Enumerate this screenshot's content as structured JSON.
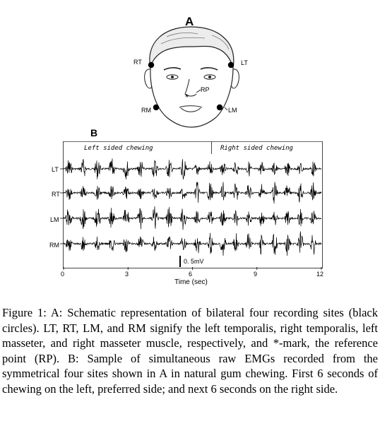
{
  "panel_a": {
    "letter": "A",
    "site_labels": {
      "lt": "LT",
      "rt": "RT",
      "lm": "LM",
      "rm": "RM",
      "rp": "RP"
    }
  },
  "panel_b": {
    "letter": "B",
    "phase_left": "Left sided chewing",
    "phase_right": "Right sided chewing",
    "channels": [
      "LT",
      "RT",
      "LM",
      "RM"
    ],
    "x_ticks": [
      "0",
      "3",
      "6",
      "9",
      "12"
    ],
    "x_label": "Time (sec)",
    "scale_bar_label": "0. 5mV"
  },
  "caption": "Figure 1: A: Schematic representation of bilateral four recording sites (black circles). LT, RT, LM, and RM signify the left temporalis, right temporalis, left masseter, and right masseter muscle, respectively, and *-mark, the reference point (RP). B: Sample of simultaneous raw EMGs recorded from the symmetrical four sites shown in A in natural gum chewing. First 6 seconds of chewing on the left, preferred side; and next 6 seconds on the right side."
}
